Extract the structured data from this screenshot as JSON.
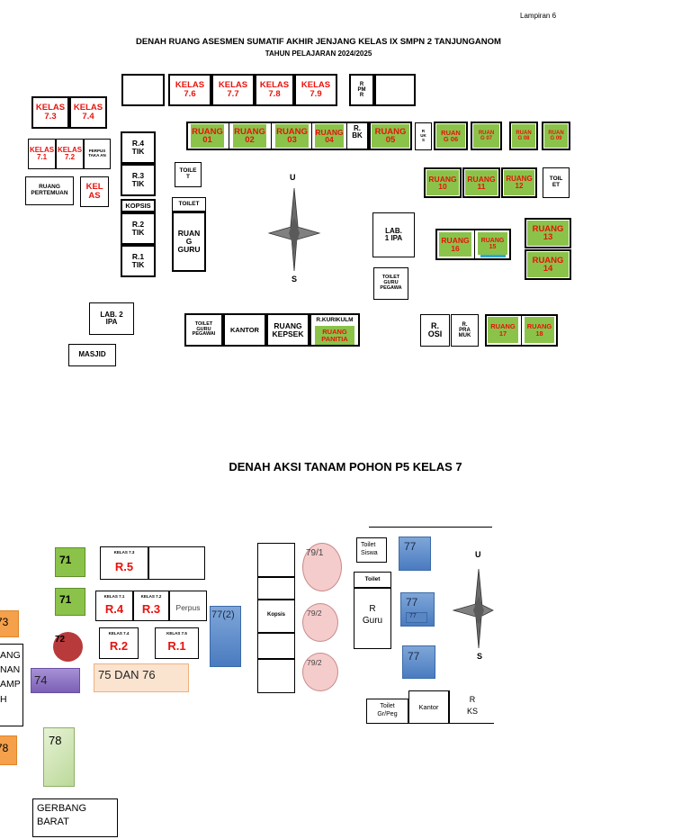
{
  "page1": {
    "lampiran": "Lampiran 6",
    "title_line1": "DENAH RUANG ASESMEN SUMATIF AKHIR JENJANG KELAS IX SMPN 2 TANJUNGANOM",
    "title_line2": "TAHUN PELAJARAN 2024/2025",
    "kelas_top": [
      "KELAS 7.6",
      "KELAS 7.7",
      "KELAS 7.8",
      "KELAS 7.9"
    ],
    "r_pmr": "R PM R",
    "kelas_73": "KELAS 7.3",
    "kelas_74": "KELAS 7.4",
    "kelas_71": "KELAS 7.1",
    "kelas_72": "KELAS 7.2",
    "perpustakaan": "PERPUS TAKA AN",
    "ruang_pertemuan": "RUANG PERTEMUAN",
    "kelas_as": "KEL AS",
    "r4_tik": "R.4 TIK",
    "r3_tik": "R.3 TIK",
    "kopsis": "KOPSIS",
    "r2_tik": "R.2 TIK",
    "r1_tik": "R.1 TIK",
    "toilet_a": "TOILE T",
    "toilet_b": "TOILET",
    "ruang_guru": "RUAN G GURU",
    "ruang_row1": [
      "RUANG 01",
      "RUANG 02",
      "RUANG 03",
      "RUANG 04"
    ],
    "r_bk": "R. BK",
    "ruang_05": "RUANG 05",
    "r_uks": "R UK S",
    "ruang_06": "RUAN G 06",
    "ruang_07": "RUAN G 07",
    "ruang_08": "RUAN G 08",
    "ruang_09": "RUAN G 09",
    "ruang_row2": [
      "RUANG 10",
      "RUANG 11",
      "RUANG 12"
    ],
    "toilet_c": "TOIL ET",
    "lab1_ipa": "LAB. 1 IPA",
    "ruang_16": "RUANG 16",
    "ruang_15": "RUANG 15",
    "ruang_13": "RUANG 13",
    "ruang_14": "RUANG 14",
    "toilet_guru_pegawai_1": "TOILET GURU PEGAWA",
    "compass_n": "U",
    "compass_s": "S",
    "lab2_ipa": "LAB. 2 IPA",
    "masjid": "MASJID",
    "toilet_guru_pegawai_2": "TOILET GURU PEGAWAI",
    "kantor": "KANTOR",
    "ruang_kepsek": "RUANG KEPSEK",
    "r_kurikulum": "R.KURIKULM",
    "ruang_panitia": "RUANG PANITIA",
    "r_osis": "R. OSI",
    "r_pramuka": "R. PRA MUK",
    "ruang_17": "RUANG 17",
    "ruang_18": "RUANG 18"
  },
  "page2": {
    "title": "DENAH AKSI TANAM POHON P5 KELAS 7",
    "num_71a": "71",
    "num_71b": "71",
    "num_72": "72",
    "num_73": "73",
    "num_74": "74",
    "num_75_76": "75 DAN 76",
    "num_78": "78",
    "num_78b": "78",
    "kelas_73_small": "KELAS 7.3",
    "r5": "R.5",
    "kelas_71_small": "KELAS 7.1",
    "kelas_72_small": "KELAS 7.2",
    "r4": "R.4",
    "r3": "R.3",
    "perpus": "Perpus",
    "kelas_74_small": "KELAS 7.4",
    "kelas_75_small": "KELAS 7.5",
    "r2": "R.2",
    "r1": "R.1",
    "num_77_2": "77(2)",
    "kopsis": "Kopsis",
    "c_79_1": "79/1",
    "c_79_2a": "79/2",
    "c_79_2b": "79/2",
    "toilet_siswa": "Toilet Siswa",
    "toilet": "Toilet",
    "r_guru": "R Guru",
    "num_77a": "77",
    "num_77b": "77",
    "num_77c": "77",
    "num_77d": "77",
    "toilet_gr_peg": "Toilet Gr/Peg",
    "kantor": "Kantor",
    "r_ks": "R KS",
    "compass_n": "U",
    "compass_s": "S",
    "left_text": [
      "ANG",
      "NAN",
      "AMP",
      "H"
    ],
    "gerbang_barat": "GERBANG BARAT"
  },
  "colors": {
    "green": "#8bc34a",
    "red_text": "#e8120c",
    "blue": "#4a7bc0",
    "orange": "#f5a04a",
    "purple": "#8b6fc0",
    "dark_red_circle": "#b83a3a",
    "pink_circle": "#f5cccc"
  }
}
